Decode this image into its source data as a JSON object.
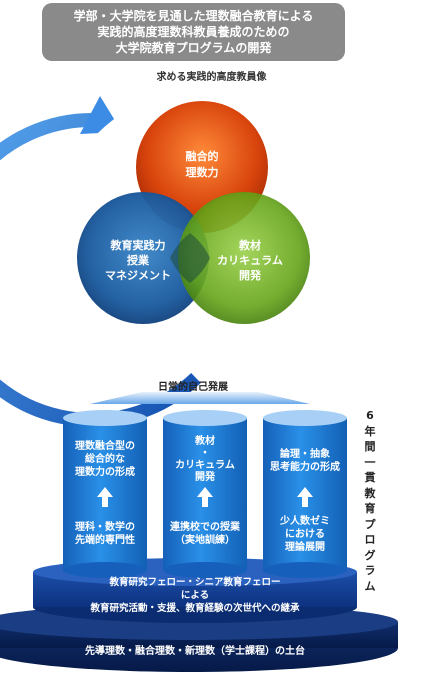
{
  "title": {
    "line1": "学部・大学院を見通した理数融合教育による",
    "line2": "実践的高度理数科教員養成のための",
    "line3": "大学院教育プログラムの開発"
  },
  "subtitle": "求める実践的高度教員像",
  "circles": {
    "top": {
      "line1": "融合的",
      "line2": "理数力"
    },
    "left": {
      "line1": "教育実践力",
      "line2": "授業",
      "line3": "マネジメント"
    },
    "right": {
      "line1": "教材",
      "line2": "カリキュラム",
      "line3": "開発"
    }
  },
  "cycle_label": "日常的自己発展",
  "vertical_label": "6年間一貫教育プログラム",
  "pillars": [
    {
      "top1": "理数融合型の",
      "top2": "総合的な",
      "top3": "理数力の形成",
      "bottom1": "理科・数学の",
      "bottom2": "先端的専門性"
    },
    {
      "top1": "教材",
      "top2": "・",
      "top3": "カリキュラム",
      "top4": "開発",
      "bottom1": "連携校での授業",
      "bottom2": "（実地訓練）"
    },
    {
      "top1": "論理・抽象",
      "top2": "思考能力の形成",
      "bottom1": "少人数ゼミ",
      "bottom2": "における",
      "bottom3": "理論展開"
    }
  ],
  "middle_band": {
    "line1": "教育研究フェロー・シニア教育フェロー",
    "line2": "による",
    "line3": "教育研究活動・支援、教育経験の次世代への継承"
  },
  "base_band": "先導理数・融合理数・新理数（学士課程）の土台",
  "colors": {
    "title_bg": "#8a8a8a",
    "ring_blue": "#1e6fd8",
    "circle_top": "#d94a10",
    "circle_left": "#1a5aa0",
    "circle_right": "#6aaa18",
    "pillar_blue": "#1f7fd8",
    "base_navy": "#0d2a66"
  }
}
